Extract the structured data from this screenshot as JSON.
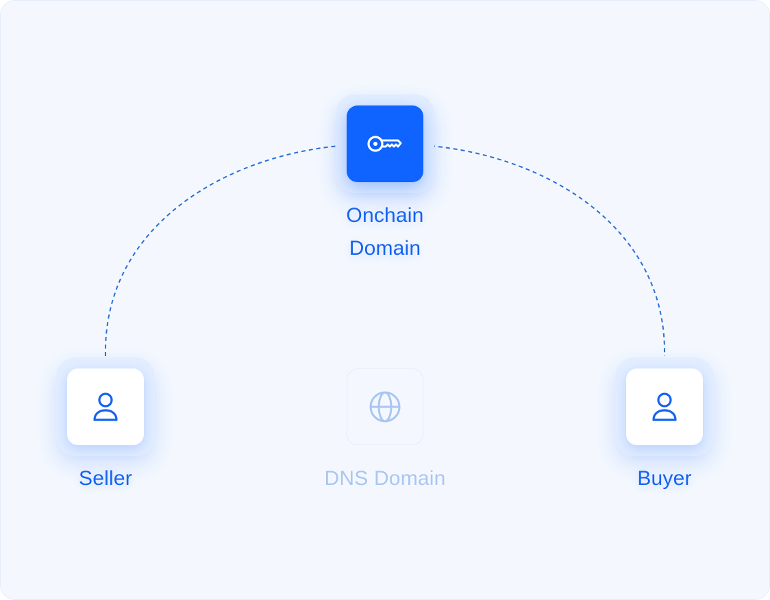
{
  "diagram": {
    "nodes": {
      "onchain": {
        "label_line1": "Onchain",
        "label_line2": "Domain",
        "icon": "key-icon",
        "state": "active"
      },
      "seller": {
        "label": "Seller",
        "icon": "user-icon",
        "state": "active"
      },
      "buyer": {
        "label": "Buyer",
        "icon": "user-icon",
        "state": "active"
      },
      "dns": {
        "label": "DNS Domain",
        "icon": "globe-icon",
        "state": "faded"
      }
    },
    "edges": [
      {
        "from": "seller",
        "to": "onchain",
        "style": "dashed"
      },
      {
        "from": "onchain",
        "to": "buyer",
        "style": "dashed"
      }
    ]
  },
  "colors": {
    "accent": "#0f63ff",
    "label": "#1563f0",
    "faded": "#a9c6f3",
    "background": "#f4f8fe",
    "connector": "#2a6fd6"
  }
}
